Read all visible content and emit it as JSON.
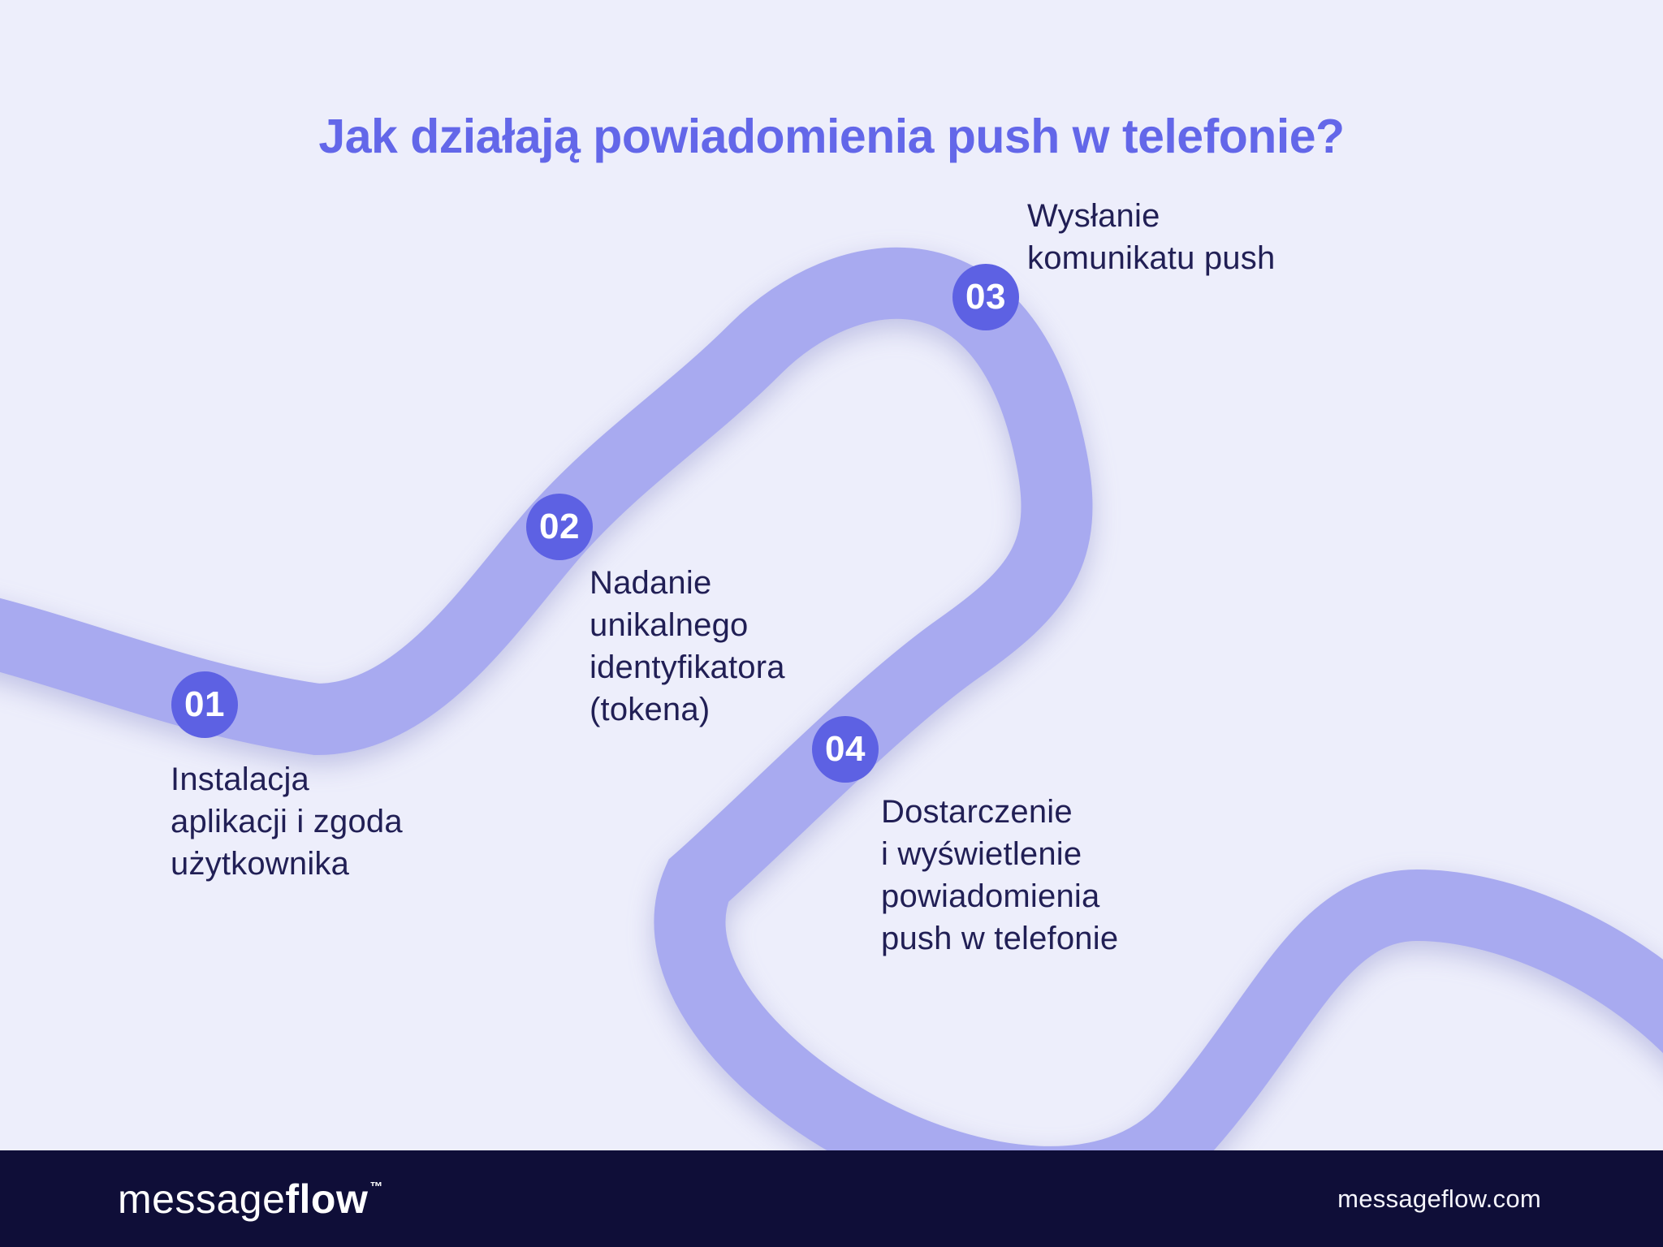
{
  "title": "Jak działają powiadomienia push w telefonie?",
  "steps": [
    {
      "number": "01",
      "lines": [
        "Instalacja",
        "aplikacji i zgoda",
        "użytkownika"
      ]
    },
    {
      "number": "02",
      "lines": [
        "Nadanie",
        "unikalnego",
        "identyfikatora",
        "(tokena)"
      ]
    },
    {
      "number": "03",
      "lines": [
        "Wysłanie",
        "komunikatu push"
      ]
    },
    {
      "number": "04",
      "lines": [
        "Dostarczenie",
        "i wyświetlenie",
        "powiadomienia",
        "push w telefonie"
      ]
    }
  ],
  "footer": {
    "logo_regular": "message",
    "logo_bold": "flow",
    "logo_tm": "™",
    "website": "messageflow.com"
  },
  "colors": {
    "background": "#EDEEFB",
    "path": "#A8AAF0",
    "circle": "#5D61E3",
    "title": "#6367E9",
    "step_text": "#211F55",
    "footer_bg": "#0F0E38",
    "footer_text": "#F5F5FC"
  }
}
